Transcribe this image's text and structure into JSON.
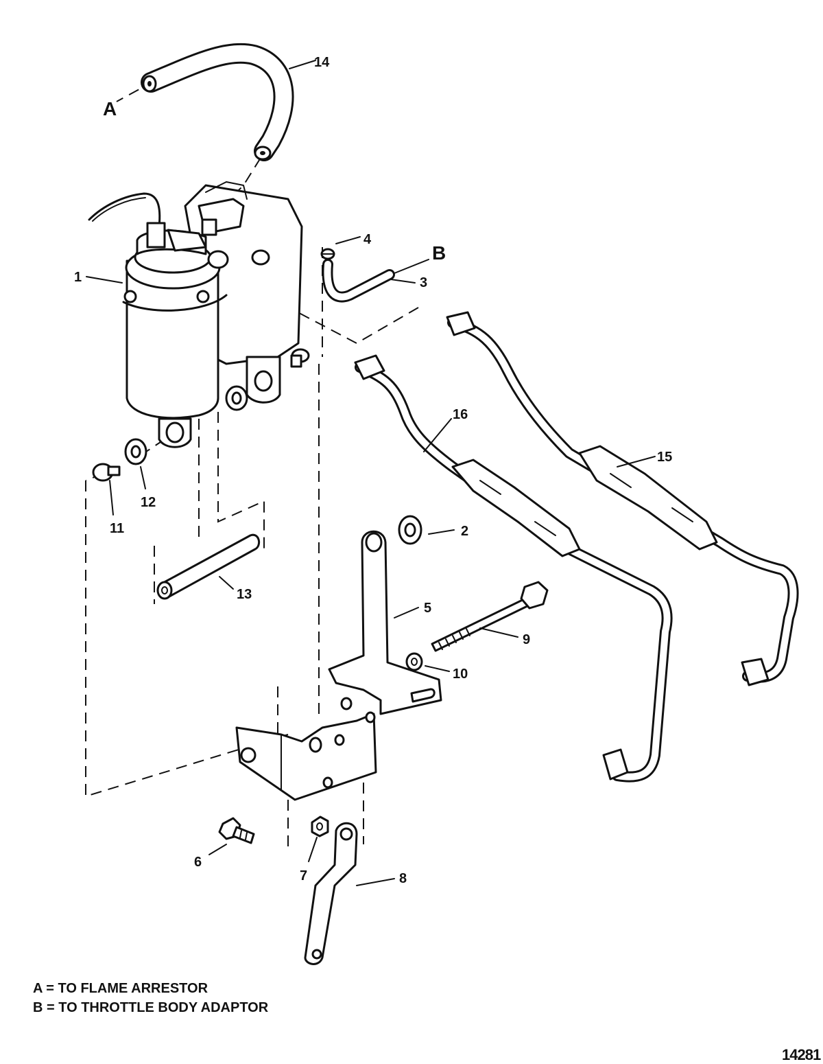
{
  "callouts": {
    "c1": "1",
    "c2": "2",
    "c3": "3",
    "c4": "4",
    "c5": "5",
    "c6": "6",
    "c7": "7",
    "c8": "8",
    "c9": "9",
    "c10": "10",
    "c11": "11",
    "c12": "12",
    "c13": "13",
    "c14": "14",
    "c15": "15",
    "c16": "16",
    "A": "A",
    "B": "B"
  },
  "legend": [
    "A = TO FLAME ARRESTOR",
    "B = TO THROTTLE BODY ADAPTOR"
  ],
  "drawing_number": "14281"
}
